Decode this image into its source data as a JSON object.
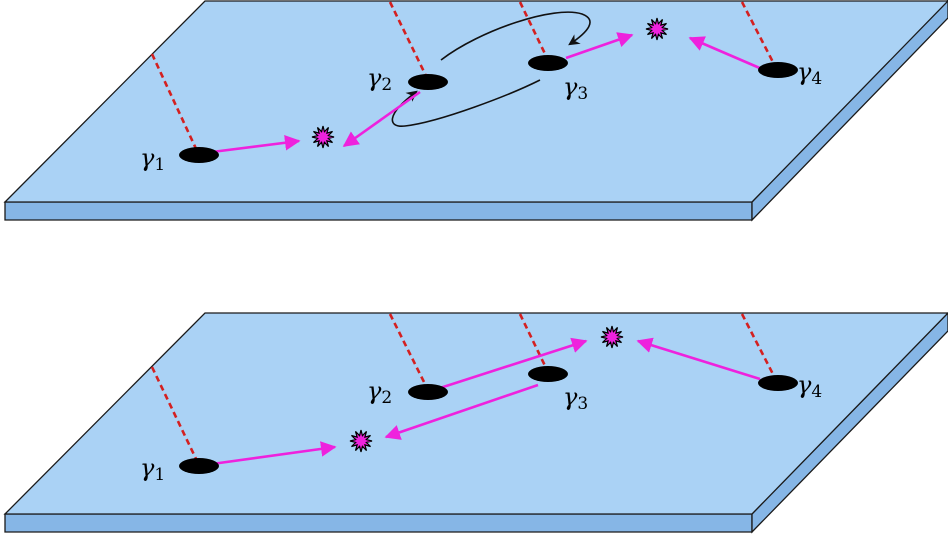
{
  "colors": {
    "plate_top": "#aad2f5",
    "plate_side": "#86b6e6",
    "plate_edge": "#1a1a1a",
    "vortex": "#000000",
    "dashed_line": "#d42020",
    "arrow": "#ee22dd",
    "fusion_star": "#ee22dd",
    "braid_arrow": "#111111"
  },
  "panels": [
    {
      "name": "top-panel",
      "vortices": [
        {
          "id": "gamma-1",
          "symbol": "γ",
          "index": "1"
        },
        {
          "id": "gamma-2",
          "symbol": "γ",
          "index": "2"
        },
        {
          "id": "gamma-3",
          "symbol": "γ",
          "index": "3"
        },
        {
          "id": "gamma-4",
          "symbol": "γ",
          "index": "4"
        }
      ],
      "fusion_sites": 2,
      "braid_exchange": [
        "gamma-2",
        "gamma-3"
      ]
    },
    {
      "name": "bottom-panel",
      "vortices": [
        {
          "id": "gamma-1",
          "symbol": "γ",
          "index": "1"
        },
        {
          "id": "gamma-2",
          "symbol": "γ",
          "index": "2"
        },
        {
          "id": "gamma-3",
          "symbol": "γ",
          "index": "3"
        },
        {
          "id": "gamma-4",
          "symbol": "γ",
          "index": "4"
        }
      ],
      "fusion_sites": 2,
      "braid_exchange": []
    }
  ]
}
